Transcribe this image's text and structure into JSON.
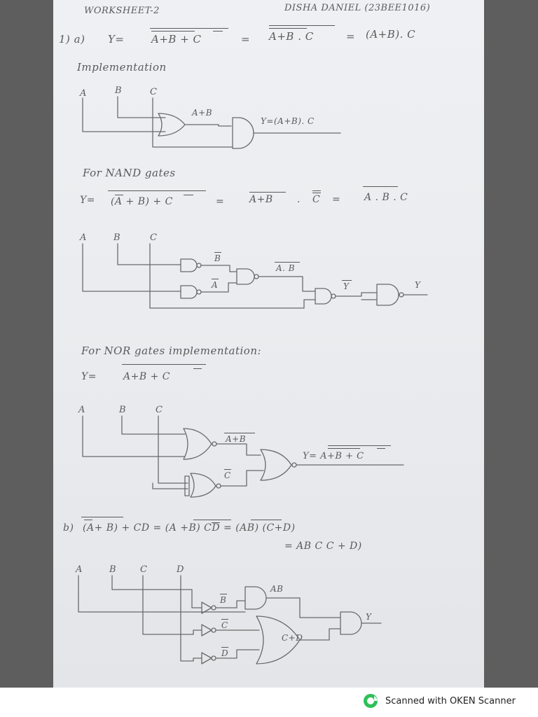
{
  "header": {
    "title": "WORKSHEET-2",
    "author": "DISHA DANIEL (23BEE1016)"
  },
  "q1a": {
    "label": "1) a)",
    "eq_lhs": "Y=",
    "eq_expr1": "A+B + C",
    "eq_eq1": "=",
    "eq_expr2": "A+B . C",
    "eq_eq2": "=",
    "eq_expr3": "(A+B). C",
    "impl_title": "Implementation",
    "inputs": [
      "A",
      "B",
      "C"
    ],
    "gate1_out": "A+B",
    "output": "Y=(A+B). C"
  },
  "nand": {
    "title": "For NAND gates",
    "eq_lhs": "Y=",
    "eq_expr1": "(A + B) + C",
    "eq_eq1": "=",
    "eq_expr2": "A+B",
    "eq_dot": ".",
    "eq_cbar": "C",
    "eq_eq2": "=",
    "eq_expr3": "A . B . C",
    "inputs": [
      "A",
      "B",
      "C"
    ],
    "label_b": "B",
    "label_a": "A",
    "label_ab": "A. B",
    "label_y": "Y",
    "label_out": "Y"
  },
  "nor": {
    "title": "For NOR gates implementation:",
    "eq_lhs": "Y=",
    "eq_expr": "A+B + C",
    "inputs": [
      "A",
      "B",
      "C"
    ],
    "label_apb": "A+B",
    "label_c": "C",
    "output": "Y= A+B + C"
  },
  "q1b": {
    "label": "b)",
    "line1": "(A+ B) + CD = (A +B) CD = (AB) (C+D)",
    "line2": "= AB C C + D)",
    "inputs": [
      "A",
      "B",
      "C",
      "D"
    ],
    "label_ab": "AB",
    "label_b": "B",
    "label_c": "C",
    "label_d": "D",
    "label_cd": "C+D",
    "output": "Y"
  },
  "footer": {
    "text": "Scanned with OKEN Scanner",
    "logo_icon": "oken-scanner-logo",
    "logo_color": "#2fbf5a"
  }
}
